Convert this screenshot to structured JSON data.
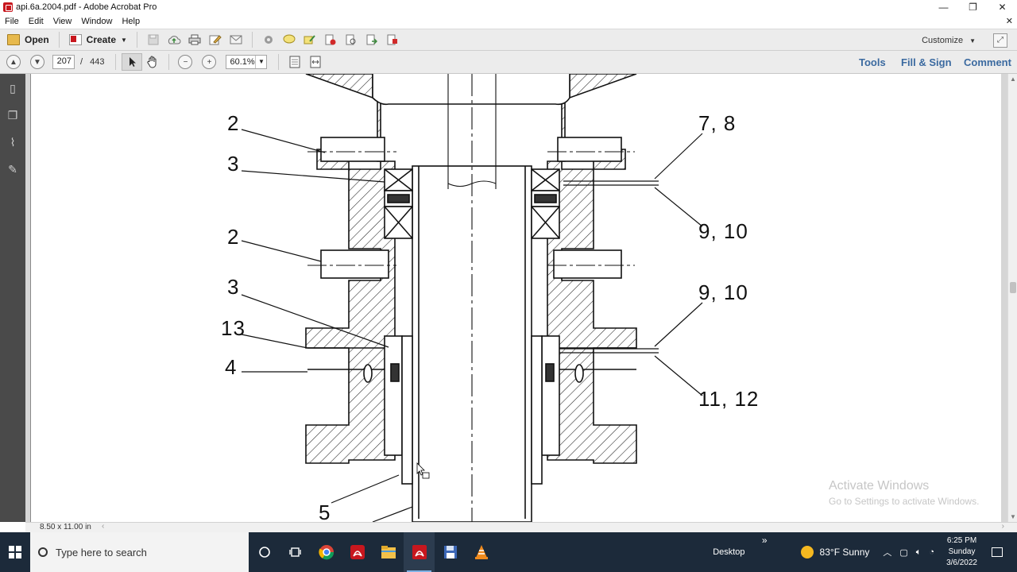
{
  "window": {
    "title": "api.6a.2004.pdf - Adobe Acrobat Pro",
    "controls": [
      "—",
      "❐",
      "✕"
    ]
  },
  "menubar": {
    "items": [
      "File",
      "Edit",
      "View",
      "Window",
      "Help"
    ],
    "close_doc": "✕"
  },
  "toolbar": {
    "open_label": "Open",
    "create_label": "Create",
    "customize_label": "Customize"
  },
  "navigation": {
    "current_page": "207",
    "page_separator": "/",
    "total_pages": "443",
    "zoom": "60.1%"
  },
  "tool_tabs": {
    "tools": "Tools",
    "fill_sign": "Fill & Sign",
    "comment": "Comment"
  },
  "drawing": {
    "callouts": {
      "c1": "2",
      "c2": "3",
      "c3": "2",
      "c4": "3",
      "c5": "13",
      "c6": "4",
      "c7": "5",
      "c8": "7, 8",
      "c9": "9, 10",
      "c10": "9, 10",
      "c11": "11, 12"
    }
  },
  "watermark": {
    "line1": "Activate Windows",
    "line2": "Go to Settings to activate Windows."
  },
  "statusbar": {
    "page_size": "8.50 x 11.00 in"
  },
  "taskbar": {
    "search_placeholder": "Type here to search",
    "desktop_label": "Desktop",
    "weather": "83°F  Sunny",
    "time": "6:25 PM",
    "day": "Sunday",
    "date": "3/6/2022"
  },
  "colors": {
    "acrobat_red": "#c8171e",
    "tab_blue": "#3b6aa0",
    "taskbar": "#1c2a3a"
  }
}
